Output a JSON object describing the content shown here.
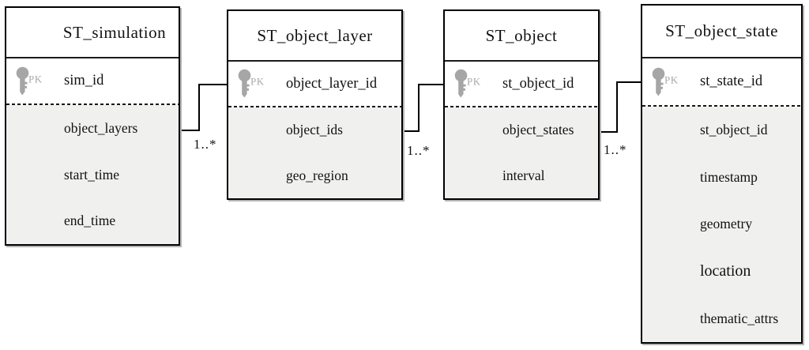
{
  "diagram": {
    "type": "entity-relationship",
    "entities": [
      {
        "title": "ST_simulation",
        "primary_key": {
          "badge": "PK",
          "name": "sim_id"
        },
        "attributes": [
          "object_layers",
          "start_time",
          "end_time"
        ]
      },
      {
        "title": "ST_object_layer",
        "primary_key": {
          "badge": "PK",
          "name": "object_layer_id"
        },
        "attributes": [
          "object_ids",
          "geo_region"
        ]
      },
      {
        "title": "ST_object",
        "primary_key": {
          "badge": "PK",
          "name": "st_object_id"
        },
        "attributes": [
          "object_states",
          "interval"
        ]
      },
      {
        "title": "ST_object_state",
        "primary_key": {
          "badge": "PK",
          "name": "st_state_id"
        },
        "attributes": [
          "st_object_id",
          "timestamp",
          "geometry",
          "location",
          "thematic_attrs"
        ]
      }
    ],
    "relationships": [
      {
        "from_entity": "ST_simulation",
        "from_attribute": "object_layers",
        "to_entity": "ST_object_layer",
        "to_attribute": "object_layer_id",
        "cardinality": "1..*"
      },
      {
        "from_entity": "ST_object_layer",
        "from_attribute": "object_ids",
        "to_entity": "ST_object",
        "to_attribute": "st_object_id",
        "cardinality": "1..*"
      },
      {
        "from_entity": "ST_object",
        "from_attribute": "object_states",
        "to_entity": "ST_object_state",
        "to_attribute": "st_state_id",
        "cardinality": "1..*"
      }
    ],
    "colors": {
      "border": "#000000",
      "header_bg": "#ffffff",
      "pk_row_bg": "#ffffff",
      "attribute_bg": "#f0f0ee",
      "key_icon": "#a6a6a6",
      "pk_badge_text": "#a9a9a9",
      "connector": "#000000",
      "text": "#111111"
    }
  }
}
